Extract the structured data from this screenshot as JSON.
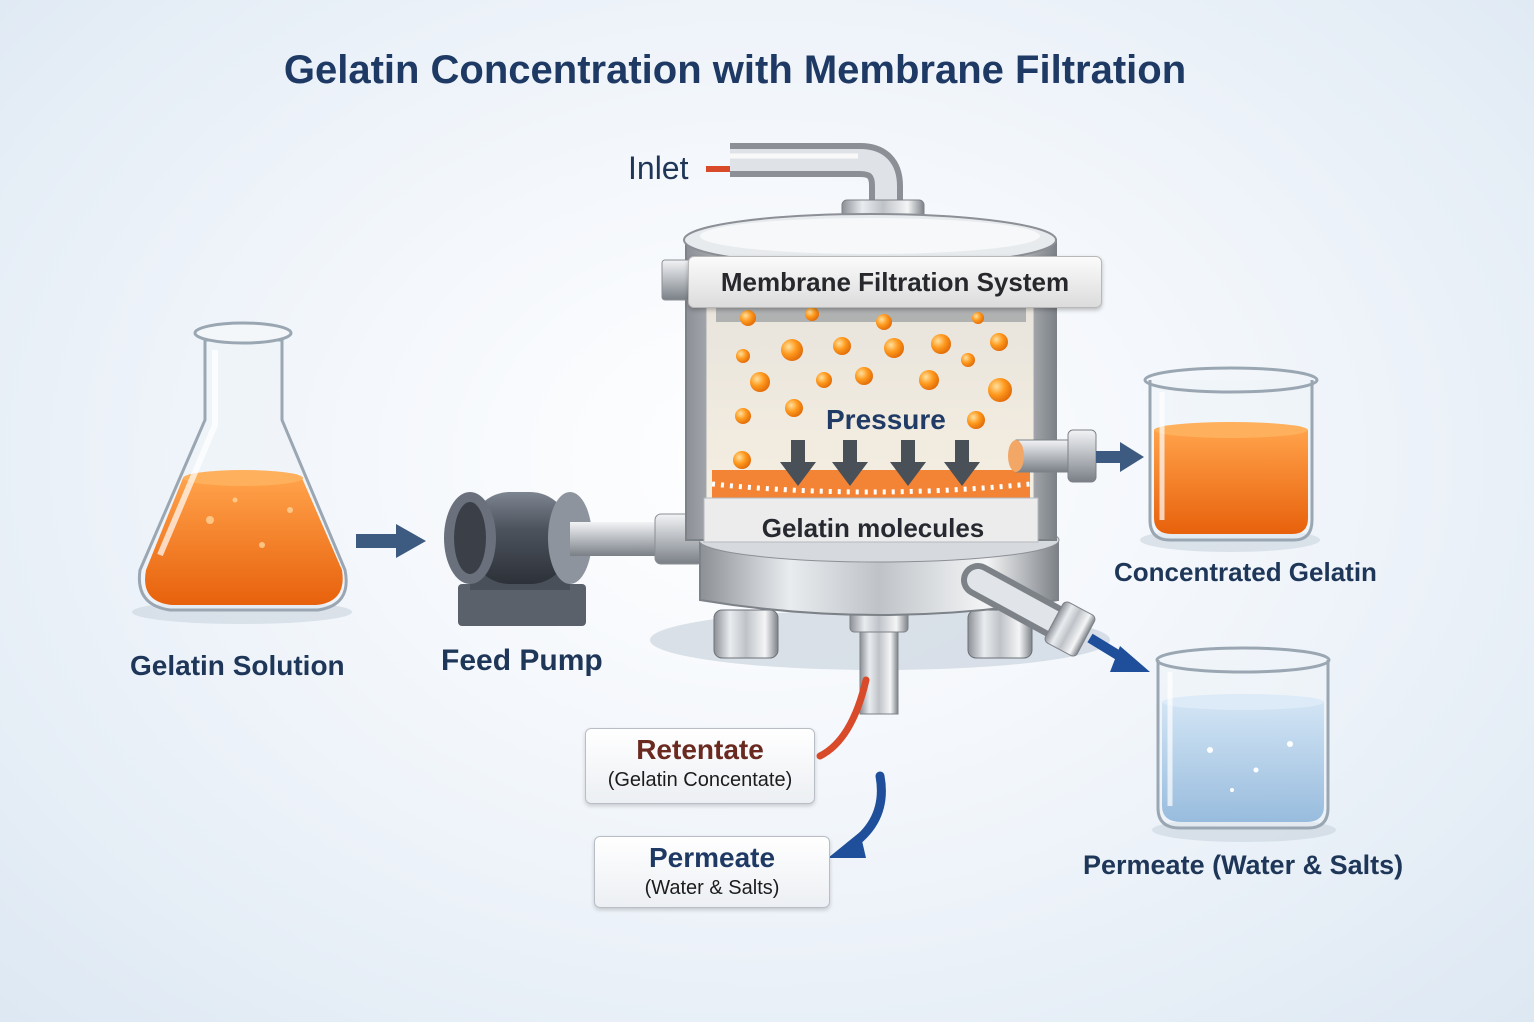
{
  "title": "Gelatin Concentration with Membrane Filtration",
  "labels": {
    "inlet": "Inlet",
    "system": "Membrane Filtration System",
    "pressure": "Pressure",
    "molecules": "Gelatin molecules",
    "gelatin_solution": "Gelatin Solution",
    "feed_pump": "Feed Pump",
    "concentrated_gelatin": "Concentrated Gelatin",
    "permeate_right": "Permeate (Water & Salts)"
  },
  "retentate": {
    "title": "Retentate",
    "subtitle": "(Gelatin Concentate)"
  },
  "permeate": {
    "title": "Permeate",
    "subtitle": "(Water & Salts)"
  },
  "colors": {
    "title": "#1e3a64",
    "gelatin_orange": "#f07a18",
    "arrow_blue": "#3d5a80",
    "retentate_red": "#d84a2a",
    "permeate_blue": "#1f4f9a",
    "water_blue": "#a9cbe8"
  }
}
